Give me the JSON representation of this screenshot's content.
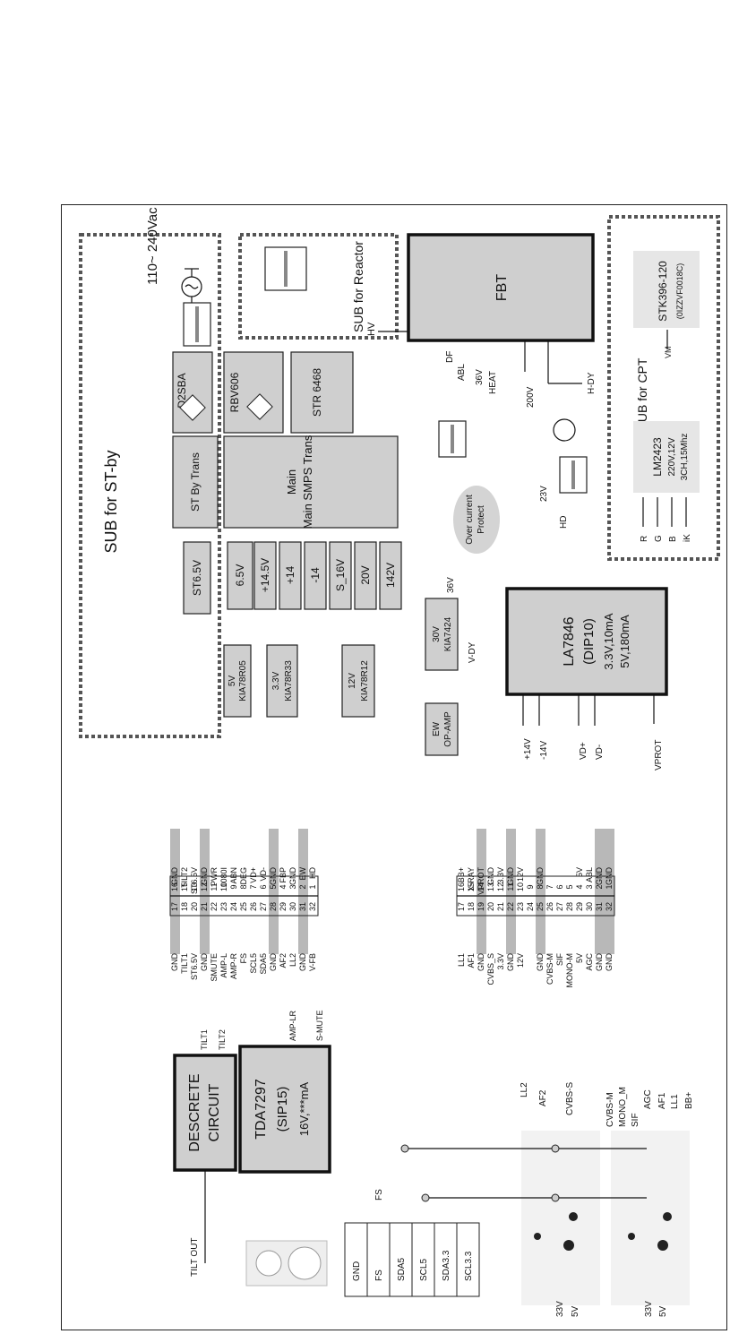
{
  "sections": {
    "standby": "SUB for ST-by",
    "reactor": "SUB for Reactor",
    "cpt": "SUB for CPT"
  },
  "ac_input": "110~ 240Vac",
  "blocks": {
    "d2sba": "D2SBA",
    "rbv606": "RBV606",
    "str6468": "STR 6468",
    "st_by_trans": "ST By Trans",
    "main_smps_trans": "Main SMPS Trans",
    "fbt": "FBT",
    "st65v": "ST6.5V",
    "r_65v": "6.5V",
    "r_145v": "+14.5V",
    "r_14p": "+14",
    "r_14n": "-14",
    "r_s16v": "S_16V",
    "r_20v": "20V",
    "r_142v": "142V",
    "overcurrent": "Over current Protect",
    "kia78r05": "5V KIA78R05",
    "kia78r33": "3.3V KIA78R33",
    "kia78r12": "12V KIA78R12",
    "kia7424": "30V KIA7424",
    "ew_opamp": "EW OP-AMP",
    "la7846": "LA7846",
    "la7846_pkg": "(DIP10)",
    "la7846_s1": "3.3V,10mA",
    "la7846_s2": "5V,180mA",
    "lm2423": "LM2423",
    "lm2423_s1": "220V,12V",
    "lm2423_s2": "3CH,15Mhz",
    "stk396": "STK396-120",
    "stk396_part": "(0IZZVF0018C)",
    "descrete": "DESCRETE",
    "circuit": "CIRCUIT",
    "tda7297": "TDA7297",
    "tda7297_pkg": "(SIP15)",
    "tda7297_spec": "16V,***mA"
  },
  "signals": {
    "hv": "HV",
    "df": "DF",
    "abl": "ABL",
    "v36": "36V",
    "heat": "HEAT",
    "v200": "200V",
    "hdy": "H-DY",
    "v23": "23V",
    "hd": "HD",
    "v36b": "36V",
    "vdy": "V-DY",
    "p14v": "+14V",
    "n14v": "-14V",
    "vdp": "VD+",
    "vdm": "VD-",
    "vprot": "VPROT",
    "vm": "VM",
    "r": "R",
    "g": "G",
    "b": "B",
    "ik": "iK",
    "tilt_out": "TILT OUT",
    "tilt1": "TILT1",
    "tilt2": "TILT2",
    "amp_lr": "AMP-LR",
    "s_mute": "S-MUTE",
    "fs": "FS",
    "ll2": "LL2",
    "af2": "AF2",
    "cvbs_s": "CVBS-S",
    "cvbs_m": "CVBS-M",
    "mono_m": "MONO_M",
    "sif": "SIF",
    "agc": "AGC",
    "af1": "AF1",
    "ll1": "LL1",
    "bbp": "BB+",
    "v33a": "33V",
    "v5a": "5V",
    "v33b": "33V",
    "v5b": "5V"
  },
  "bus": [
    "GND",
    "FS",
    "SDA5",
    "SCL5",
    "SDA3.3",
    "SCL3.3"
  ],
  "conn1": {
    "left": [
      "GND",
      "TILT1",
      "ST6.5V",
      "GND",
      "SMUTE",
      "AMP-L",
      "AMP-R",
      "FS",
      "SCL5",
      "SDA5",
      "GND",
      "AF2",
      "LL2",
      "GND",
      "V-FB"
    ],
    "nums_left": [
      "17",
      "18",
      "20",
      "21",
      "22",
      "23",
      "24",
      "25",
      "26",
      "27",
      "28",
      "29",
      "30",
      "31",
      "32"
    ],
    "nums_right": [
      "16",
      "15",
      "13",
      "12",
      "11",
      "10",
      "9",
      "8",
      "7",
      "6",
      "5",
      "4",
      "3",
      "2",
      "1"
    ],
    "nums_mid": [
      "19",
      "14"
    ],
    "right": [
      "GND",
      "TILT2",
      "ST6.5V",
      "GND",
      "PWR",
      "1080I",
      "ABN",
      "DEG",
      "VD+",
      "VD-",
      "GND",
      "FBP",
      "GND",
      "EW",
      "HD"
    ],
    "mid_l": "GND",
    "mid_r": "GND"
  },
  "conn2": {
    "left": [
      "LL1",
      "AF1",
      "GND",
      "CVBS_S",
      "3.3V",
      "GND",
      "12V",
      "",
      "GND",
      "CVBS-M",
      "SIF",
      "MONO-M",
      "5V",
      "AGC",
      "GND",
      "GND"
    ],
    "nums_left": [
      "17",
      "18",
      "19",
      "20",
      "21",
      "22",
      "23",
      "24",
      "25",
      "26",
      "27",
      "28",
      "29",
      "30",
      "31",
      "32"
    ],
    "nums_right": [
      "16",
      "15",
      "14",
      "13",
      "12",
      "11",
      "10",
      "9",
      "8",
      "7",
      "6",
      "5",
      "4",
      "3",
      "2",
      "1"
    ],
    "right": [
      "BB+",
      "X-RAY",
      "VPROT",
      "GND",
      "3.3V",
      "GND",
      "12V",
      "",
      "GND",
      "",
      "",
      "",
      "5V",
      "ABL",
      "GND",
      "GND"
    ]
  }
}
